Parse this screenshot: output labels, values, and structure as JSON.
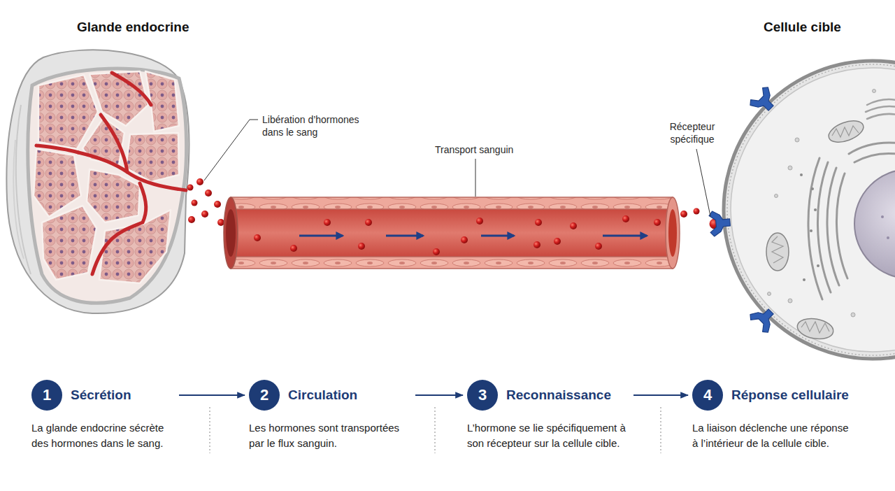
{
  "diagram": {
    "nodes": [
      {
        "text": [
          "Glande endocrine"
        ]
      },
      {
        "text": [
          "Cellule cible"
        ]
      },
      {
        "text": [
          "Sécrétion",
          "La glande endocrine sécrète des hormones dans le sang."
        ]
      },
      {
        "text": [
          "1"
        ],
        "in": 2
      },
      {
        "text": [
          "Circulation",
          "Les hormones sont transportées par le flux sanguin."
        ]
      },
      {
        "text": [
          "2"
        ],
        "in": 4
      },
      {
        "text": [
          "Reconnaissance",
          "L’hormone se lie spécifiquement à son récepteur sur la cellule cible."
        ]
      },
      {
        "text": [
          "3"
        ],
        "in": 6
      },
      {
        "text": [
          "Réponse cellulaire",
          "La liaison déclenche une réponse à l’intérieur de la cellule cible."
        ]
      },
      {
        "text": [
          "4"
        ],
        "in": 8
      }
    ],
    "edges": [
      {
        "from": 2,
        "to": 4,
        "arrow": "to"
      },
      {
        "from": 4,
        "to": 6,
        "arrow": "to"
      },
      {
        "from": 6,
        "to": 8,
        "arrow": "to"
      }
    ],
    "labels": [
      "Libération d’hormones dans le sang",
      "Transport sanguin",
      "Récepteur spécifique"
    ]
  }
}
